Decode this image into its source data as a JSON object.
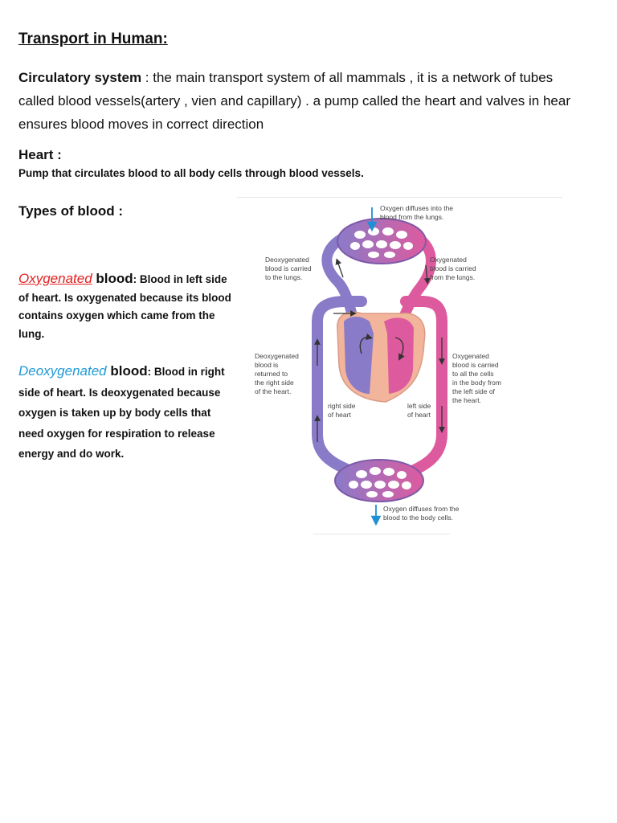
{
  "title": "Transport in Human:",
  "intro": {
    "term": "Circulatory system",
    "separator": " :  ",
    "text": "the main transport system of all mammals , it is a network of tubes called blood vessels(artery , vien and capillary) . a pump called the heart and valves in hear ensures blood moves in correct direction"
  },
  "heart": {
    "heading": "Heart :",
    "definition": "Pump that circulates blood to all body cells through blood vessels."
  },
  "types_heading": "Types of blood :",
  "oxygenated": {
    "keyword": "Oxygenated",
    "blood_word": " blood",
    "text": ": Blood in left side of heart. Is oxygenated because its blood contains oxygen which came from the lung.",
    "color": "#e32020"
  },
  "deoxygenated": {
    "keyword": "Deoxygenated",
    "blood_word": " blood",
    "text": ": Blood in right side of heart. Is deoxygenated because oxygen is taken up by body cells that need oxygen for respiration to release energy and do work.",
    "color": "#1f9ad6"
  },
  "diagram": {
    "labels": {
      "lungs_in": "Oxygen diffuses into the\nblood from the lungs.",
      "deoxy_to_lungs": "Deoxygenated\nblood is carried\nto the lungs.",
      "oxy_from_lungs": "Oxygenated\nblood is carried\nfrom the lungs.",
      "deoxy_returned": "Deoxygenated\nblood is\nreturned to\nthe right side\nof the heart.",
      "oxy_to_body": "Oxygenated\nblood is carried\nto all the cells\nin the body from\nthe left side of\nthe heart.",
      "right_side": "right side\nof heart",
      "left_side": "left side\nof heart",
      "body_out": "Oxygen diffuses from the\nblood to the body cells."
    },
    "colors": {
      "deoxy_vessel": "#8a7bc9",
      "oxy_vessel": "#de5a9e",
      "heart_body": "#f2b59c",
      "arrow_blue": "#1f8fd6"
    }
  }
}
